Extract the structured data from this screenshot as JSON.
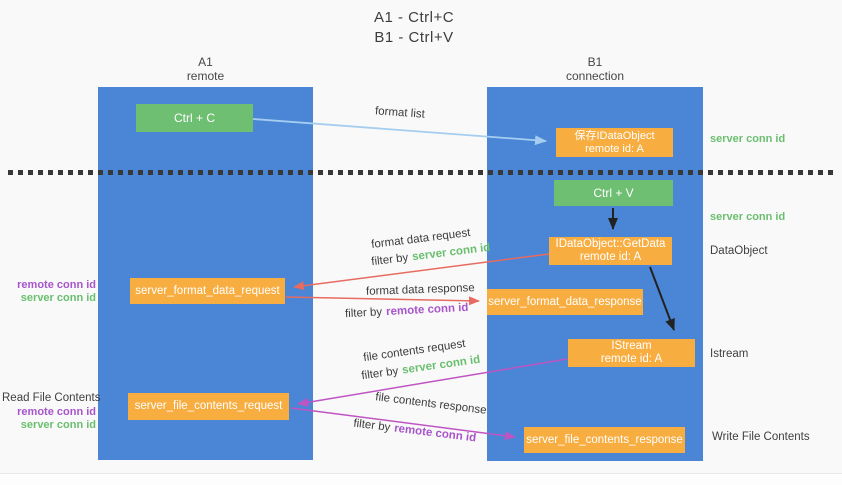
{
  "title": {
    "line1": "A1 - Ctrl+C",
    "line2": "B1 - Ctrl+V"
  },
  "columns": {
    "a1": {
      "title": "A1",
      "subtitle": "remote"
    },
    "b1": {
      "title": "B1",
      "subtitle": "connection"
    }
  },
  "boxes": {
    "ctrl_c": {
      "label": "Ctrl + C"
    },
    "ctrl_v": {
      "label": "Ctrl + V"
    },
    "save_idataobject": {
      "line1": "保存IDataObject",
      "line2": "remote id: A"
    },
    "idataobject_getdata": {
      "line1": "IDataObject::GetData",
      "line2": "remote id: A"
    },
    "istream": {
      "line1": "IStream",
      "line2": "remote id: A"
    },
    "server_format_data_request": {
      "label": "server_format_data_request"
    },
    "server_format_data_response": {
      "label": "server_format_data_response"
    },
    "server_file_contents_request": {
      "label": "server_file_contents_request"
    },
    "server_file_contents_response": {
      "label": "server_file_contents_response"
    }
  },
  "arrow_labels": {
    "format_list": "format list",
    "format_data_request": "format data request",
    "format_data_response": "format data response",
    "file_contents_request": "file contents request",
    "file_contents_response": "file contents response",
    "filter_by": "filter by",
    "server_conn_id": "server conn id",
    "remote_conn_id": "remote conn id"
  },
  "side_labels": {
    "right": {
      "server_conn_id_top": "server conn id",
      "server_conn_id_mid": "server conn id",
      "dataobject": "DataObject",
      "istream": "Istream",
      "write_file_contents": "Write File Contents"
    },
    "left": {
      "remote_conn_id_top": "remote conn id",
      "server_conn_id_top": "server conn id",
      "read_file_contents": "Read File Contents",
      "remote_conn_id_bottom": "remote conn id",
      "server_conn_id_bottom": "server conn id"
    }
  },
  "colors": {
    "column-blue": "#4a86d5",
    "box-green": "#6fbf73",
    "box-orange": "#f8ad41",
    "arrow-blue": "#a5cdf0",
    "arrow-red": "#e76b60",
    "arrow-magenta": "#bf54c3",
    "arrow-black": "#222222",
    "text-green": "#6abf6f",
    "text-purple": "#a855cc",
    "text-dark": "#3c3c3c"
  }
}
